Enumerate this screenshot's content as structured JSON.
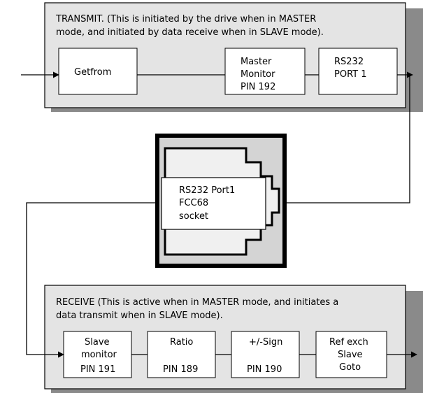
{
  "transmit": {
    "desc_line1": "TRANSMIT. (This is initiated by the drive when in MASTER",
    "desc_line2": "mode, and initiated by data receive when in SLAVE mode).",
    "blocks": [
      {
        "lines": [
          "Getfrom"
        ]
      },
      {
        "lines": [
          "Master",
          "Monitor",
          "PIN 192"
        ]
      },
      {
        "lines": [
          "RS232",
          "PORT 1"
        ]
      }
    ]
  },
  "socket": {
    "lines": [
      "RS232 Port1",
      "FCC68",
      "socket"
    ]
  },
  "receive": {
    "desc_line1": "RECEIVE (This is active when in MASTER mode, and initiates a",
    "desc_line2": "data transmit when in SLAVE mode).",
    "blocks": [
      {
        "top_lines": [
          "Slave",
          "monitor"
        ],
        "pin": "PIN 191"
      },
      {
        "top_lines": [
          "Ratio"
        ],
        "pin": "PIN 189"
      },
      {
        "top_lines": [
          "+/-Sign"
        ],
        "pin": "PIN 190"
      },
      {
        "top_lines": [
          "Ref exch",
          "Slave",
          "Goto"
        ],
        "pin": ""
      }
    ]
  }
}
